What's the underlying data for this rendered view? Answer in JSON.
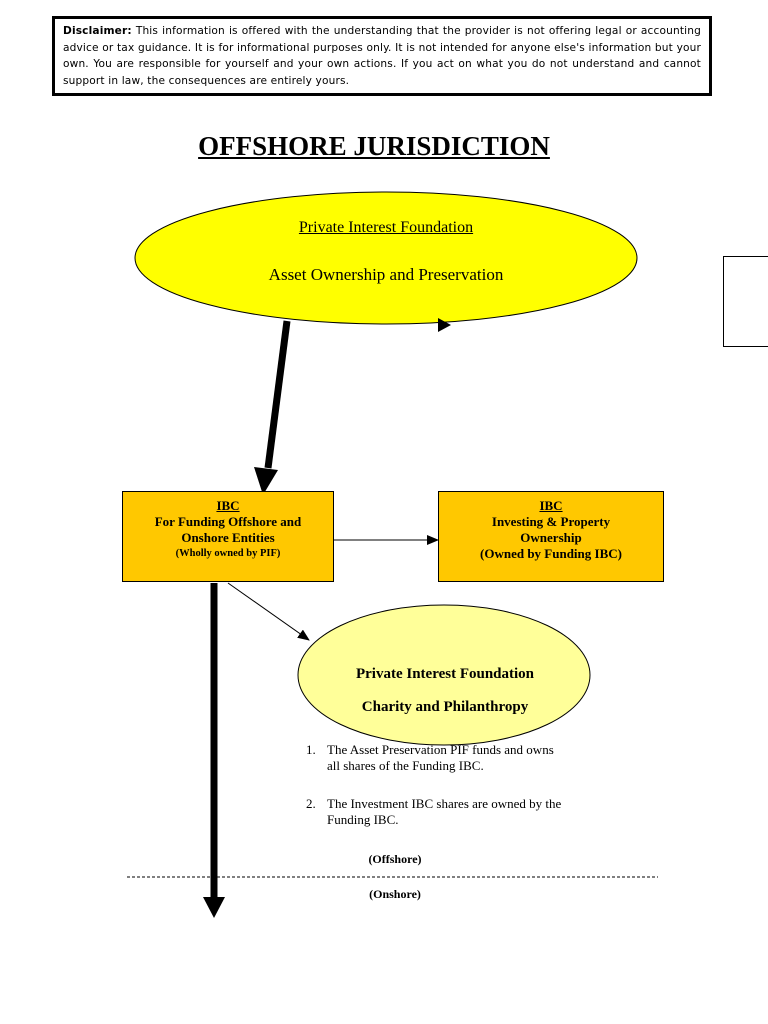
{
  "disclaimer": {
    "label": "Disclaimer:",
    "text": " This information is offered with the understanding that the provider is not offering legal or accounting advice or tax guidance. It is for informational purposes only. It is not intended for anyone else's information but your own. You are responsible for yourself and your own actions. If you act on what you do not understand and cannot support in law, the consequences are entirely yours."
  },
  "title": "OFFSHORE JURISDICTION",
  "top_ellipse": {
    "heading": "Private Interest Foundation",
    "subheading": "Asset Ownership and Preservation",
    "fill": "#ffff00"
  },
  "funding_ibc": {
    "heading": "IBC",
    "line1": "For Funding Offshore and",
    "line2": "Onshore Entities",
    "line3": "(Wholly owned by PIF)",
    "fill": "#ffc800"
  },
  "investing_ibc": {
    "heading": "IBC",
    "line1": "Investing & Property",
    "line2": "Ownership",
    "line3": "(Owned by Funding IBC)",
    "fill": "#ffc800"
  },
  "charity_ellipse": {
    "line1": "Private Interest Foundation",
    "line2": "Charity and Philanthropy",
    "fill": "#ffff99"
  },
  "notes": [
    {
      "num": "1.",
      "text": "The Asset Preservation PIF funds and owns all shares of the Funding IBC."
    },
    {
      "num": "2.",
      "text": "The Investment IBC shares are owned by the Funding IBC."
    }
  ],
  "divider": {
    "above": "(Offshore)",
    "below": "(Onshore)"
  }
}
